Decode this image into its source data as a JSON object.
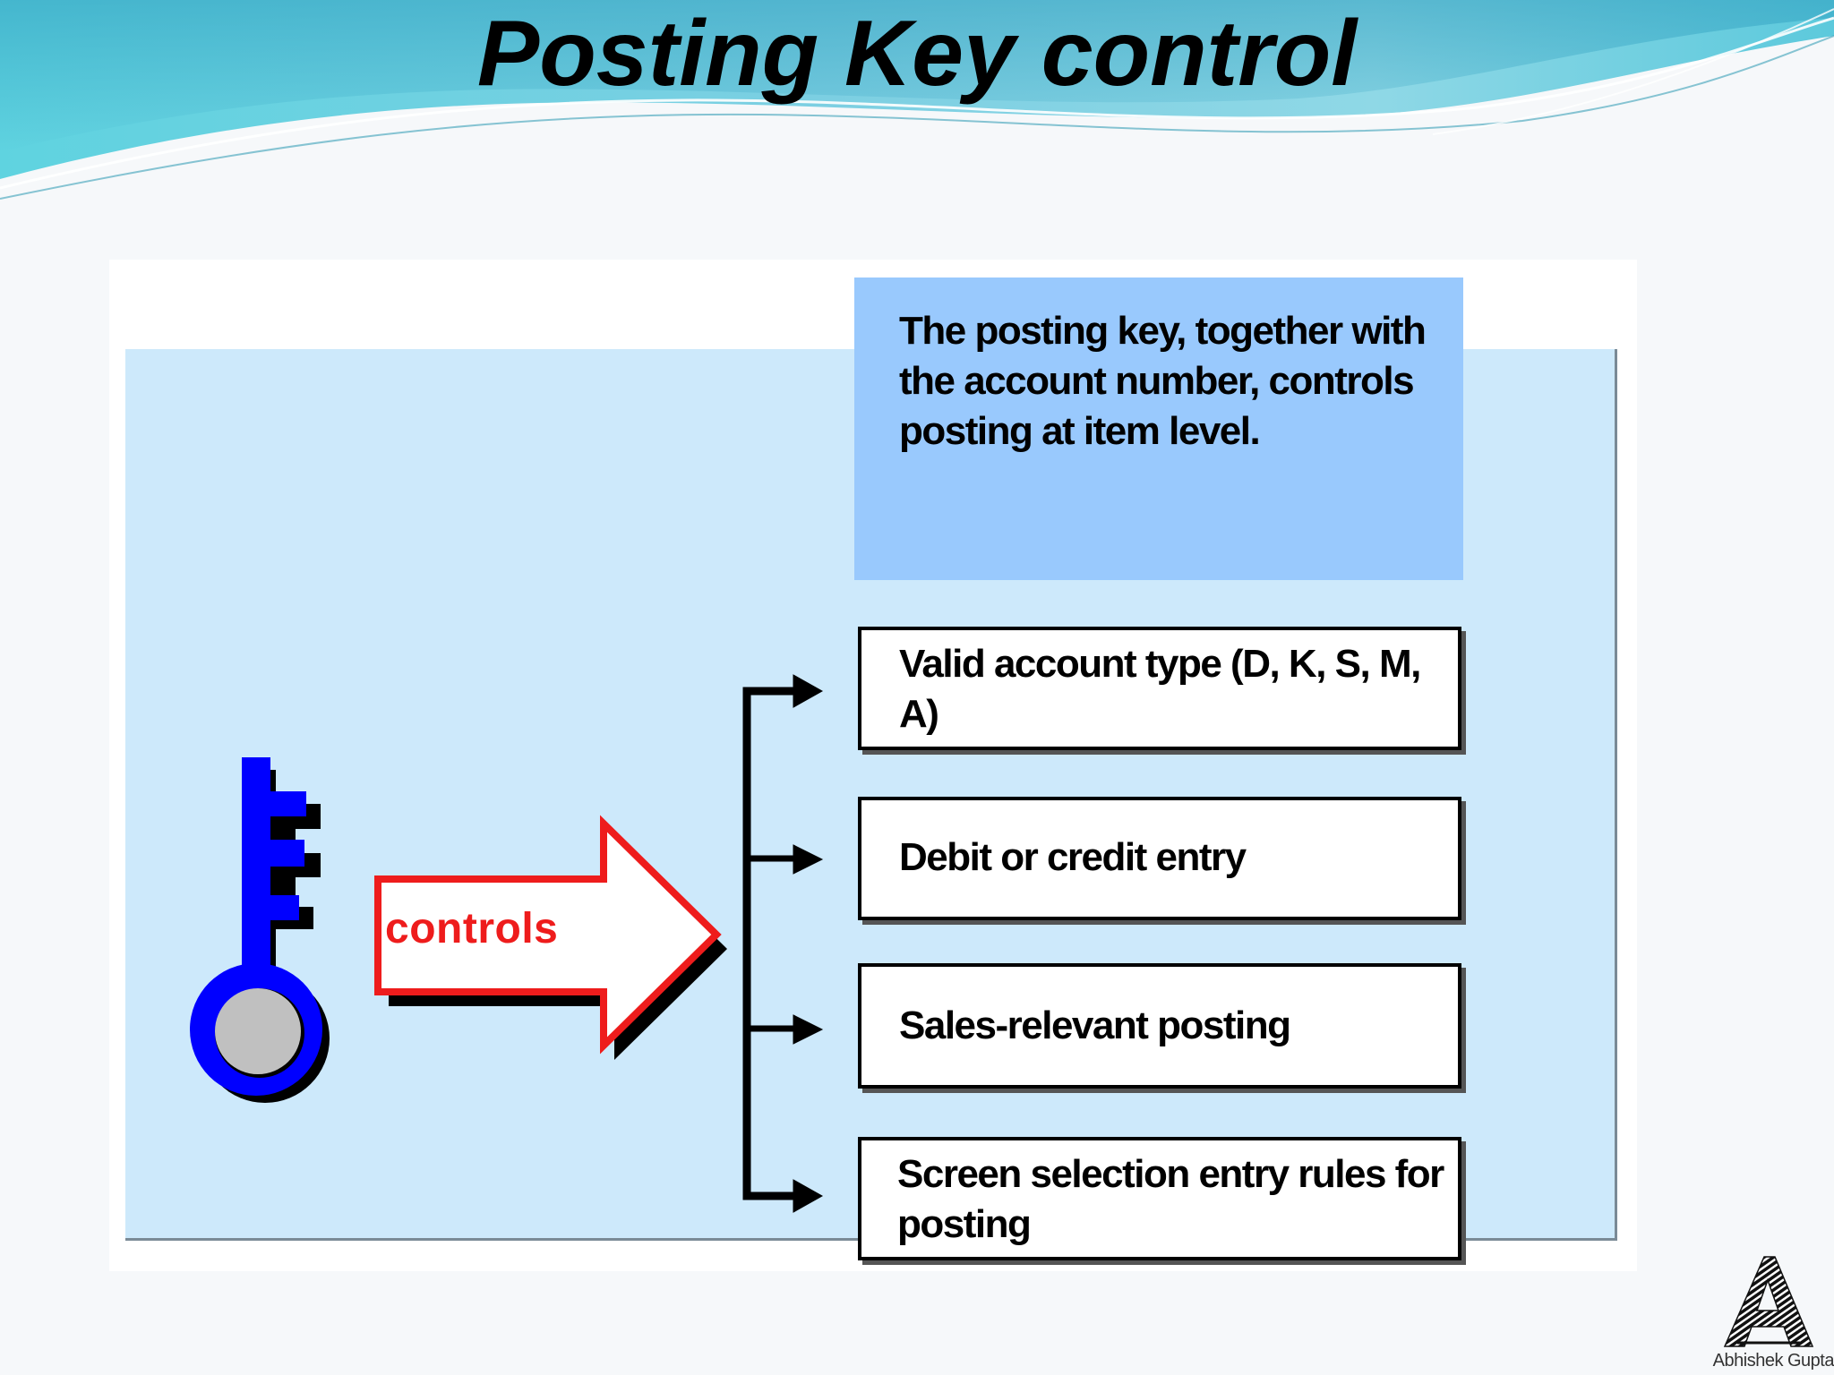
{
  "slide": {
    "title": "Posting Key control"
  },
  "diagram": {
    "description": "The posting key, together with the account number, controls posting at item level.",
    "arrow_label": "controls",
    "controlled_items": [
      {
        "label": "Valid account type (D, K, S, M, A)"
      },
      {
        "label": "Debit or credit entry"
      },
      {
        "label": "Sales-relevant posting"
      },
      {
        "label": "Screen selection entry rules for posting"
      }
    ]
  },
  "footer": {
    "logo_caption": "Abhishek Gupta"
  },
  "colors": {
    "key": "#0000ff",
    "key_head_fill": "#c0c0c0",
    "arrow_border": "#ee1c1c",
    "arrow_label": "#ee1c1c",
    "panel": "#cde9fb",
    "description_box": "#99c9fd",
    "header_wave": "#4fc8dc"
  },
  "icons": {
    "key": "key-icon",
    "arrow": "right-arrow-icon",
    "logo": "letter-a-logo"
  }
}
